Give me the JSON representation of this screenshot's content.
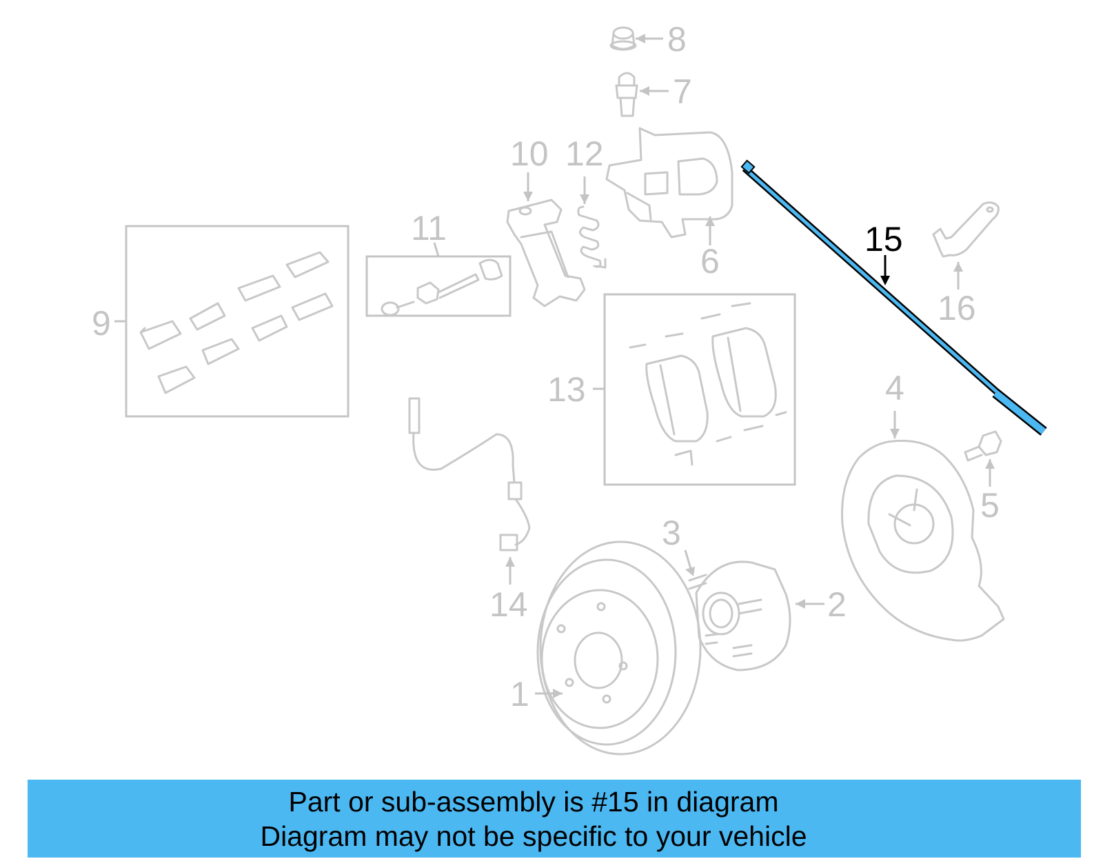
{
  "diagram": {
    "callouts": [
      {
        "id": "1",
        "label": "1"
      },
      {
        "id": "2",
        "label": "2"
      },
      {
        "id": "3",
        "label": "3"
      },
      {
        "id": "4",
        "label": "4"
      },
      {
        "id": "5",
        "label": "5"
      },
      {
        "id": "6",
        "label": "6"
      },
      {
        "id": "7",
        "label": "7"
      },
      {
        "id": "8",
        "label": "8"
      },
      {
        "id": "9",
        "label": "9"
      },
      {
        "id": "10",
        "label": "10"
      },
      {
        "id": "11",
        "label": "11"
      },
      {
        "id": "12",
        "label": "12"
      },
      {
        "id": "13",
        "label": "13"
      },
      {
        "id": "14",
        "label": "14"
      },
      {
        "id": "15",
        "label": "15"
      },
      {
        "id": "16",
        "label": "16"
      }
    ],
    "highlighted_part": "15",
    "colors": {
      "highlight": "#4cb8f2",
      "faded_parts": "#c8c8c8",
      "banner_background": "#4cb8f2",
      "active_label": "#000000"
    }
  },
  "banner": {
    "line1": "Part or sub-assembly is #15 in diagram",
    "line2": "Diagram may not be specific to your vehicle"
  }
}
